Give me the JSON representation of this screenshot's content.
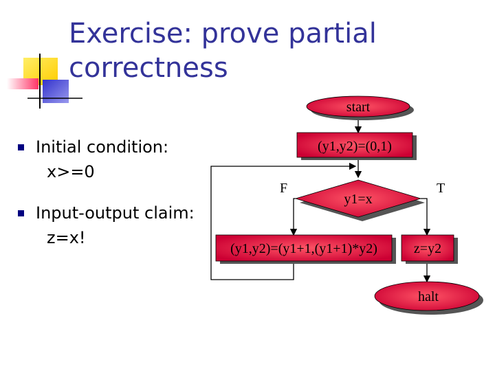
{
  "slide": {
    "title_line1": "Exercise: prove partial",
    "title_line2": "correctness",
    "bullets": [
      {
        "label": "Initial condition:",
        "value": "x>=0"
      },
      {
        "label": "Input-output claim:",
        "value": "z=x!"
      }
    ]
  },
  "flowchart": {
    "start": "start",
    "init": "(y1,y2)=(0,1)",
    "condition": "y1=x",
    "false_label": "F",
    "true_label": "T",
    "loop_body": "(y1,y2)=(y1+1,(y1+1)*y2)",
    "assign_output": "z=y2",
    "halt": "halt"
  },
  "colors": {
    "title": "#333399",
    "node_fill": "#cc0033",
    "node_shadow": "#555555",
    "bullet": "#000080",
    "logo_yellow": "#ffcc00",
    "logo_blue": "#3333cc",
    "logo_red": "#ff3366"
  }
}
